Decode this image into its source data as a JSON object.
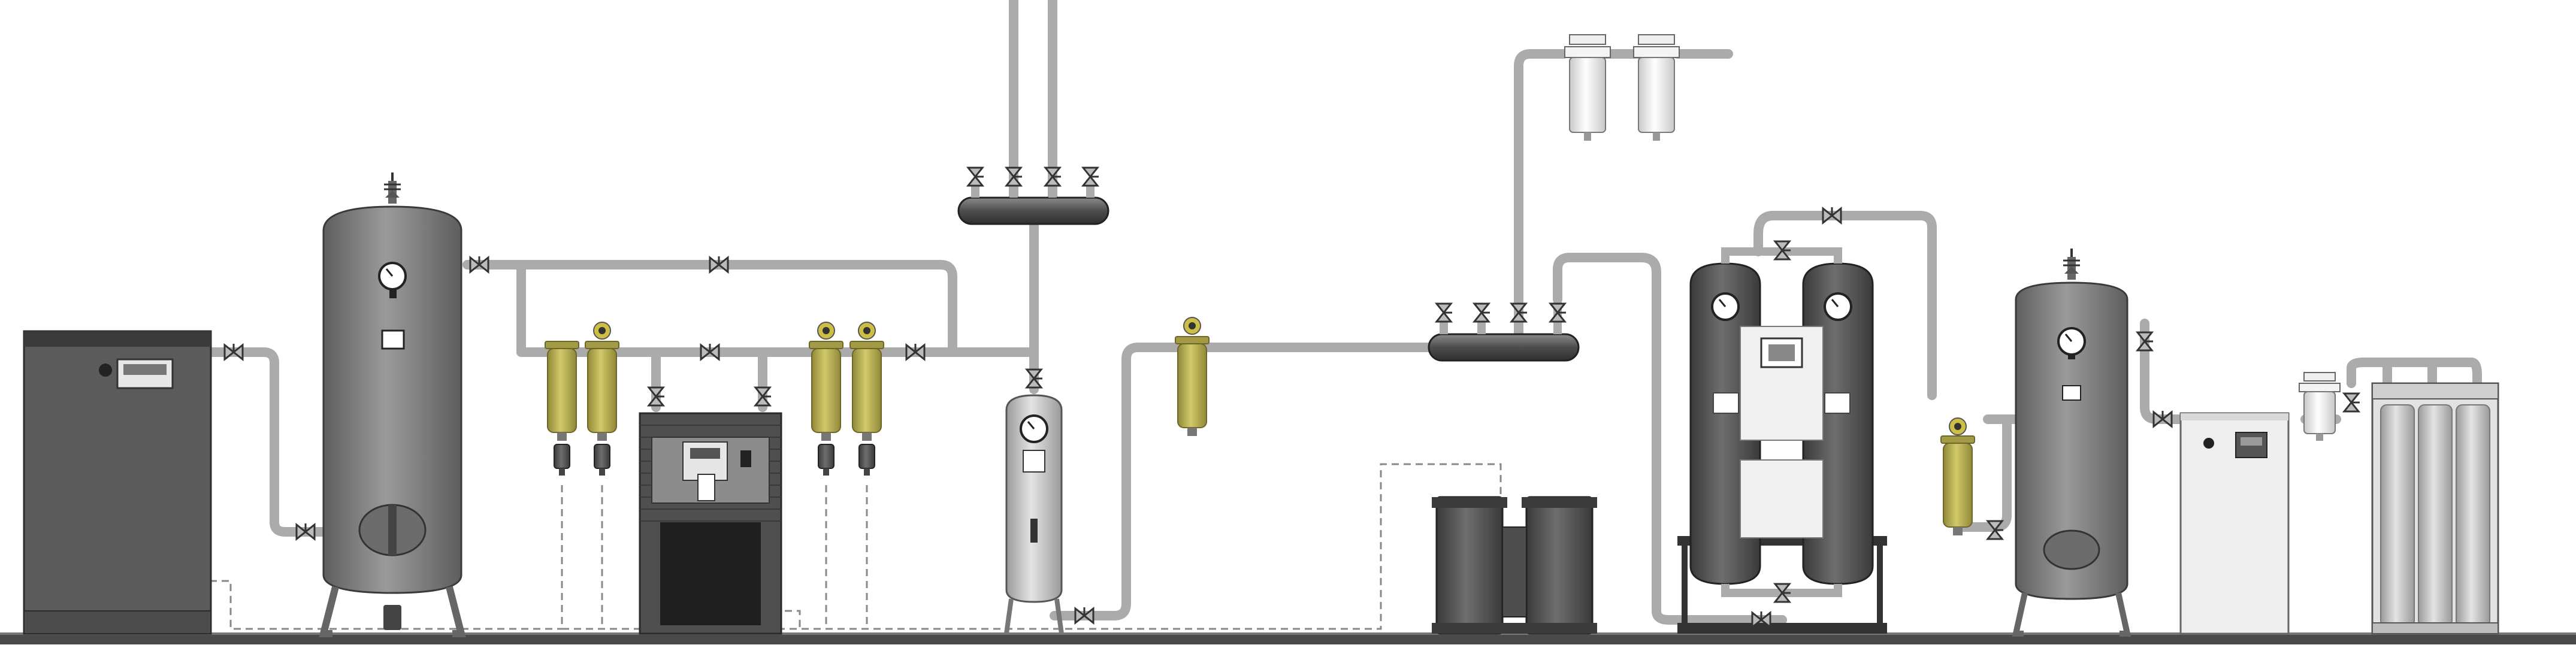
{
  "colors": {
    "background": "#ffffff",
    "pipe": "#ababab",
    "pipe_edge": "#9a9a9a",
    "floor": "#4a4a4a",
    "equipment_dark": "#5b5b5b",
    "equipment_mid": "#8a8a8a",
    "equipment_light": "#c4c4c4",
    "filter_yellow": "#b6ad4f",
    "drain_line": "#888888",
    "panel": "#efefef"
  },
  "components": [
    {
      "id": "air-compressor",
      "icon": "compressor-cabinet-icon"
    },
    {
      "id": "wet-receiver-tank",
      "icon": "vertical-tank-icon"
    },
    {
      "id": "prefilter-pair-1",
      "icon": "coalescing-filter-icon"
    },
    {
      "id": "refrigerated-dryer",
      "icon": "refrigerated-dryer-icon"
    },
    {
      "id": "afterfilter-pair-2",
      "icon": "coalescing-filter-icon"
    },
    {
      "id": "upper-distribution-manifold",
      "icon": "manifold-icon"
    },
    {
      "id": "small-air-receiver",
      "icon": "small-receiver-icon"
    },
    {
      "id": "point-of-use-filter",
      "icon": "coalescing-filter-icon"
    },
    {
      "id": "lower-distribution-manifold",
      "icon": "manifold-icon"
    },
    {
      "id": "top-filter-pair",
      "icon": "white-filter-icon"
    },
    {
      "id": "oil-water-separator",
      "icon": "separator-icon"
    },
    {
      "id": "desiccant-dryer",
      "icon": "twin-tower-dryer-icon"
    },
    {
      "id": "desiccant-afterfilter",
      "icon": "coalescing-filter-icon"
    },
    {
      "id": "dry-receiver-tank",
      "icon": "vertical-tank-icon"
    },
    {
      "id": "nitrogen-generator",
      "icon": "generator-cabinet-icon"
    },
    {
      "id": "outlet-filter",
      "icon": "white-filter-icon"
    },
    {
      "id": "storage-vessels",
      "icon": "gas-cylinder-bank-icon"
    }
  ]
}
